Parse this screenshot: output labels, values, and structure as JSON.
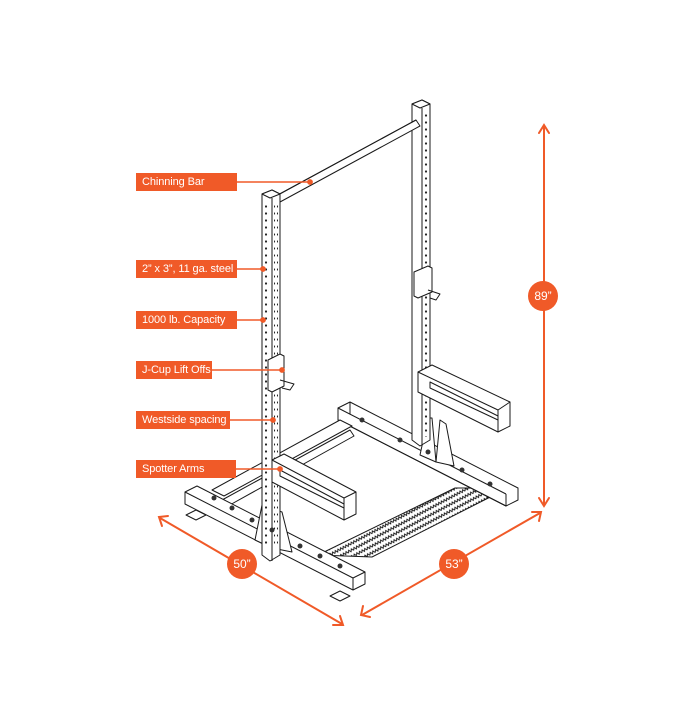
{
  "diagram": {
    "subject": "half rack with chinning bar, spotter arms and floor plate",
    "accent_color": "#f05a28",
    "line_color": "#1a1a1a",
    "callouts": [
      {
        "label": "Chinning Bar"
      },
      {
        "label": "2” x 3”, 11 ga. steel"
      },
      {
        "label": "1000 lb. Capacity"
      },
      {
        "label": "J-Cup Lift Offs"
      },
      {
        "label": "Westside spacing"
      },
      {
        "label": "Spotter Arms"
      }
    ],
    "dimensions": {
      "height": "89”",
      "depth": "50”",
      "width": "53”"
    }
  }
}
